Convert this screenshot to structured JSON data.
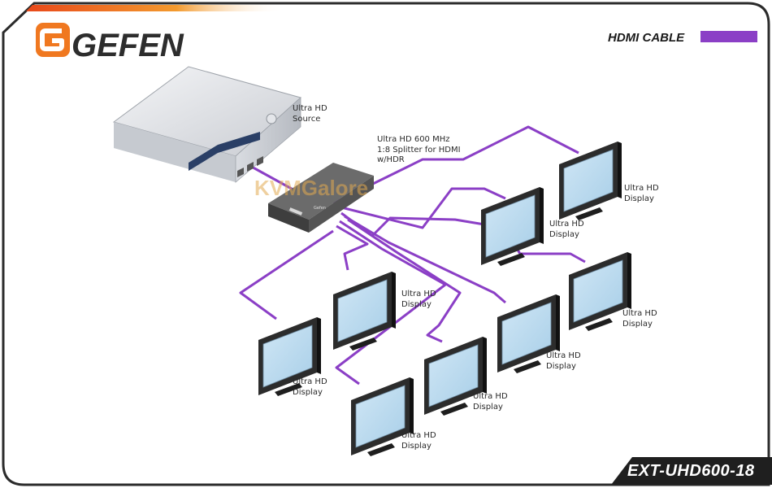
{
  "brand": {
    "logo_text": "GEFEN"
  },
  "legend": {
    "label": "HDMI CABLE",
    "color": "#8b3fc6"
  },
  "model": "EXT-UHD600-18",
  "watermark": "KVMGalore",
  "colors": {
    "cable": "#8b3fc6",
    "accent_orange": "#f07820",
    "frame": "#2b2b2b"
  },
  "source": {
    "line1": "Ultra HD",
    "line2": "Source"
  },
  "splitter": {
    "line1": "Ultra HD 600 MHz",
    "line2": "1:8 Splitter for HDMI",
    "line3": "w/HDR",
    "badge": "Gefen"
  },
  "displays": [
    {
      "line1": "Ultra HD",
      "line2": "Display"
    },
    {
      "line1": "Ultra HD",
      "line2": "Display"
    },
    {
      "line1": "Ultra HD",
      "line2": "Display"
    },
    {
      "line1": "Ultra HD",
      "line2": "Display"
    },
    {
      "line1": "Ultra HD",
      "line2": "Display"
    },
    {
      "line1": "Ultra HD",
      "line2": "Display"
    },
    {
      "line1": "Ultra HD",
      "line2": "Display"
    },
    {
      "line1": "Ultra HD",
      "line2": "Display"
    }
  ]
}
